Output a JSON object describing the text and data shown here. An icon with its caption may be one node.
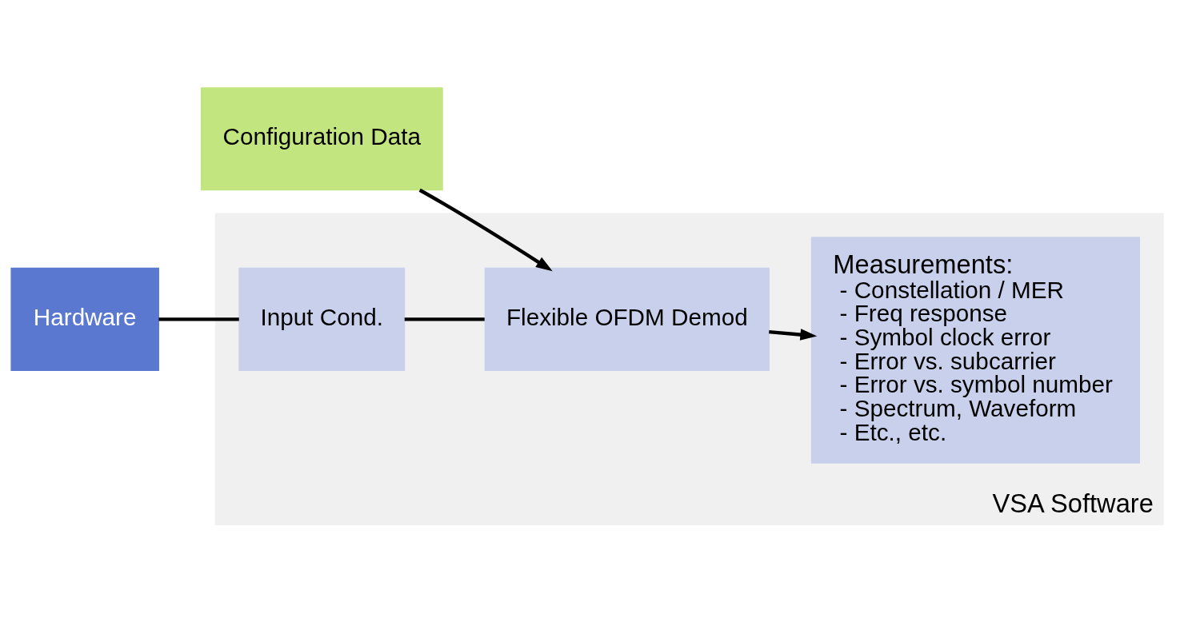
{
  "diagram": {
    "nodes": [
      {
        "text": [
          "Configuration Data"
        ]
      },
      {
        "text": [
          "Hardware"
        ]
      },
      {
        "text": [
          "VSA Software"
        ]
      },
      {
        "text": [
          "Input Cond."
        ],
        "in": 2
      },
      {
        "text": [
          "Flexible OFDM Demod"
        ],
        "in": 2
      },
      {
        "text": [
          "Measurements:",
          "- Constellation / MER",
          "- Freq response",
          "- Symbol clock error",
          "- Error vs. subcarrier",
          "- Error vs. symbol number",
          "- Spectrum, Waveform",
          "- Etc., etc."
        ],
        "in": 2
      }
    ],
    "edges": [
      {
        "from": 0,
        "to": 4,
        "arrow": "to"
      },
      {
        "from": 1,
        "to": 3,
        "arrow": "none"
      },
      {
        "from": 3,
        "to": 4,
        "arrow": "none"
      },
      {
        "from": 4,
        "to": 5,
        "arrow": "to"
      }
    ]
  }
}
